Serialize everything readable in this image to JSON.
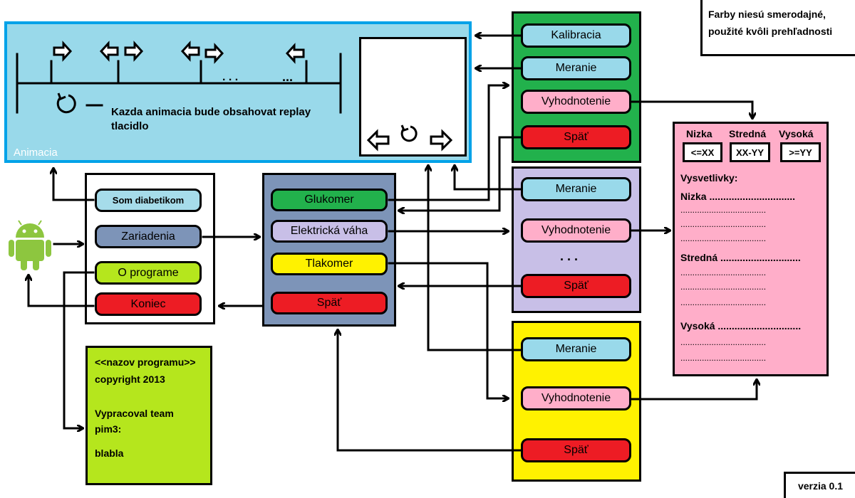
{
  "note": {
    "line1": "Farby niesú smerodajné,",
    "line2": "použité kvôli prehľadnosti"
  },
  "version": "verzia 0.1",
  "animation": {
    "label": "Animacia",
    "replay_text_1": "Kazda animacia bude obsahovat replay",
    "replay_text_2": "tlacidlo",
    "dots_1": ". . .",
    "dots_2": "...",
    "replay_dash": "—"
  },
  "main_menu": {
    "items": [
      {
        "label": "Som diabetikom",
        "color": "#a6dcea"
      },
      {
        "label": "Zariadenia",
        "color": "#7d94b8"
      },
      {
        "label": "O programe",
        "color": "#b5e61d"
      },
      {
        "label": "Koniec",
        "color": "#ed1c24"
      }
    ]
  },
  "devices_menu": {
    "bg": "#7d94b8",
    "items": [
      {
        "label": "Glukomer",
        "color": "#22b14c"
      },
      {
        "label": "Elektrická váha",
        "color": "#c8bfe7"
      },
      {
        "label": "Tlakomer",
        "color": "#fff200"
      },
      {
        "label": "Späť",
        "color": "#ed1c24"
      }
    ]
  },
  "glucometer_menu": {
    "bg": "#22b14c",
    "items": [
      {
        "label": "Kalibracia",
        "color": "#99d9ea"
      },
      {
        "label": "Meranie",
        "color": "#99d9ea"
      },
      {
        "label": "Vyhodnotenie",
        "color": "#ffaec9"
      },
      {
        "label": "Späť",
        "color": "#ed1c24"
      }
    ]
  },
  "scale_menu": {
    "bg": "#c8bfe7",
    "dots": ". . .",
    "items": [
      {
        "label": "Meranie",
        "color": "#99d9ea"
      },
      {
        "label": "Vyhodnotenie",
        "color": "#ffaec9"
      },
      {
        "label": "Späť",
        "color": "#ed1c24"
      }
    ]
  },
  "pressure_menu": {
    "bg": "#fff200",
    "items": [
      {
        "label": "Meranie",
        "color": "#99d9ea"
      },
      {
        "label": "Vyhodnotenie",
        "color": "#ffaec9"
      },
      {
        "label": "Späť",
        "color": "#ed1c24"
      }
    ]
  },
  "about": {
    "bg": "#b5e61d",
    "line1": "<<nazov programu>>",
    "line2": "copyright 2013",
    "line3": "Vypracoval team",
    "line4": "pim3:",
    "line5": "blabla"
  },
  "evaluation": {
    "bg": "#ffaec9",
    "levels": [
      {
        "name": "Nizka",
        "value": "<=XX"
      },
      {
        "name": "Stredná",
        "value": "XX-YY"
      },
      {
        "name": "Vysoká",
        "value": ">=YY"
      }
    ],
    "legend_title": "Vysvetlivky:",
    "legend_nizka": "Nizka ...............................",
    "legend_stredna": "Stredná .............................",
    "legend_vysoka": "Vysoká ..............................",
    "dotline": "...................................."
  },
  "colors": {
    "animation_bg": "#99d9ea",
    "animation_border": "#00a2e8",
    "android": "#8dc63f"
  }
}
